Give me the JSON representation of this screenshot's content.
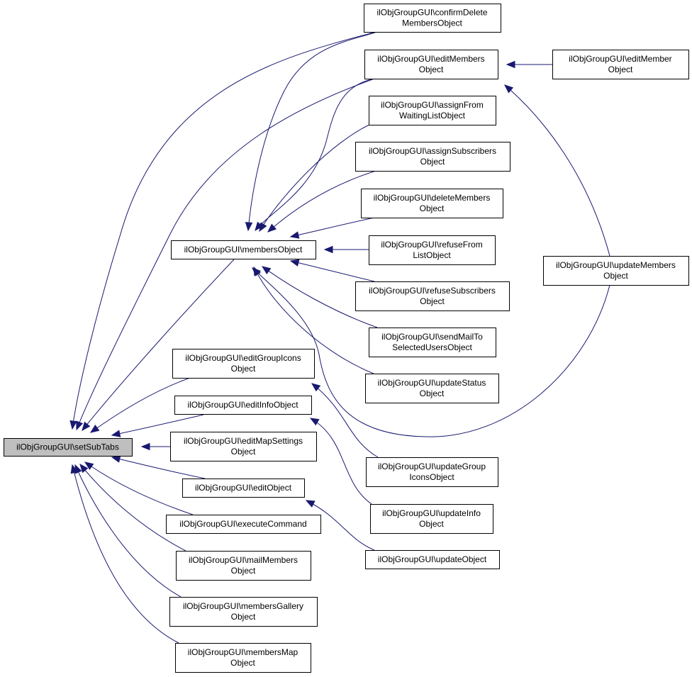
{
  "diagram": {
    "type": "doxygen-caller-graph",
    "title": "ilObjGroupGUI\\setSubTabs caller graph",
    "edge_color": "#191970",
    "root_fill": "#bfbfbf",
    "nodes": [
      {
        "id": "setSubTabs",
        "lines": [
          "ilObjGroupGUI\\setSubTabs"
        ],
        "root": true
      },
      {
        "id": "confirmDeleteMembersObject",
        "lines": [
          "ilObjGroupGUI\\confirmDelete",
          "MembersObject"
        ]
      },
      {
        "id": "editMembersObject",
        "lines": [
          "ilObjGroupGUI\\editMembers",
          "Object"
        ]
      },
      {
        "id": "editMemberObject",
        "lines": [
          "ilObjGroupGUI\\editMember",
          "Object"
        ]
      },
      {
        "id": "assignFromWaitingListObject",
        "lines": [
          "ilObjGroupGUI\\assignFrom",
          "WaitingListObject"
        ]
      },
      {
        "id": "assignSubscribersObject",
        "lines": [
          "ilObjGroupGUI\\assignSubscribers",
          "Object"
        ]
      },
      {
        "id": "deleteMembersObject",
        "lines": [
          "ilObjGroupGUI\\deleteMembers",
          "Object"
        ]
      },
      {
        "id": "membersObject",
        "lines": [
          "ilObjGroupGUI\\membersObject"
        ]
      },
      {
        "id": "refuseFromListObject",
        "lines": [
          "ilObjGroupGUI\\refuseFrom",
          "ListObject"
        ]
      },
      {
        "id": "updateMembersObject",
        "lines": [
          "ilObjGroupGUI\\updateMembers",
          "Object"
        ]
      },
      {
        "id": "refuseSubscribersObject",
        "lines": [
          "ilObjGroupGUI\\refuseSubscribers",
          "Object"
        ]
      },
      {
        "id": "sendMailToSelectedUsersObject",
        "lines": [
          "ilObjGroupGUI\\sendMailTo",
          "SelectedUsersObject"
        ]
      },
      {
        "id": "editGroupIconsObject",
        "lines": [
          "ilObjGroupGUI\\editGroupIcons",
          "Object"
        ]
      },
      {
        "id": "updateStatusObject",
        "lines": [
          "ilObjGroupGUI\\updateStatus",
          "Object"
        ]
      },
      {
        "id": "editInfoObject",
        "lines": [
          "ilObjGroupGUI\\editInfoObject"
        ]
      },
      {
        "id": "editMapSettingsObject",
        "lines": [
          "ilObjGroupGUI\\editMapSettings",
          "Object"
        ]
      },
      {
        "id": "updateGroupIconsObject",
        "lines": [
          "ilObjGroupGUI\\updateGroup",
          "IconsObject"
        ]
      },
      {
        "id": "editObject",
        "lines": [
          "ilObjGroupGUI\\editObject"
        ]
      },
      {
        "id": "updateInfoObject",
        "lines": [
          "ilObjGroupGUI\\updateInfo",
          "Object"
        ]
      },
      {
        "id": "executeCommand",
        "lines": [
          "ilObjGroupGUI\\executeCommand"
        ]
      },
      {
        "id": "updateObject",
        "lines": [
          "ilObjGroupGUI\\updateObject"
        ]
      },
      {
        "id": "mailMembersObject",
        "lines": [
          "ilObjGroupGUI\\mailMembers",
          "Object"
        ]
      },
      {
        "id": "membersGalleryObject",
        "lines": [
          "ilObjGroupGUI\\membersGallery",
          "Object"
        ]
      },
      {
        "id": "membersMapObject",
        "lines": [
          "ilObjGroupGUI\\membersMap",
          "Object"
        ]
      }
    ],
    "edges": [
      {
        "from": "confirmDeleteMembersObject",
        "to": "setSubTabs"
      },
      {
        "from": "editMembersObject",
        "to": "setSubTabs"
      },
      {
        "from": "membersObject",
        "to": "setSubTabs"
      },
      {
        "from": "editGroupIconsObject",
        "to": "setSubTabs"
      },
      {
        "from": "editInfoObject",
        "to": "setSubTabs"
      },
      {
        "from": "editMapSettingsObject",
        "to": "setSubTabs"
      },
      {
        "from": "editObject",
        "to": "setSubTabs"
      },
      {
        "from": "executeCommand",
        "to": "setSubTabs"
      },
      {
        "from": "mailMembersObject",
        "to": "setSubTabs"
      },
      {
        "from": "membersGalleryObject",
        "to": "setSubTabs"
      },
      {
        "from": "membersMapObject",
        "to": "setSubTabs"
      },
      {
        "from": "confirmDeleteMembersObject",
        "to": "membersObject"
      },
      {
        "from": "editMembersObject",
        "to": "membersObject"
      },
      {
        "from": "assignFromWaitingListObject",
        "to": "membersObject"
      },
      {
        "from": "assignSubscribersObject",
        "to": "membersObject"
      },
      {
        "from": "deleteMembersObject",
        "to": "membersObject"
      },
      {
        "from": "refuseFromListObject",
        "to": "membersObject"
      },
      {
        "from": "refuseSubscribersObject",
        "to": "membersObject"
      },
      {
        "from": "sendMailToSelectedUsersObject",
        "to": "membersObject"
      },
      {
        "from": "updateStatusObject",
        "to": "membersObject"
      },
      {
        "from": "updateMembersObject",
        "to": "membersObject"
      },
      {
        "from": "editMemberObject",
        "to": "editMembersObject"
      },
      {
        "from": "updateMembersObject",
        "to": "editMembersObject"
      },
      {
        "from": "updateGroupIconsObject",
        "to": "editGroupIconsObject"
      },
      {
        "from": "updateInfoObject",
        "to": "editInfoObject"
      },
      {
        "from": "updateObject",
        "to": "editObject"
      }
    ]
  }
}
